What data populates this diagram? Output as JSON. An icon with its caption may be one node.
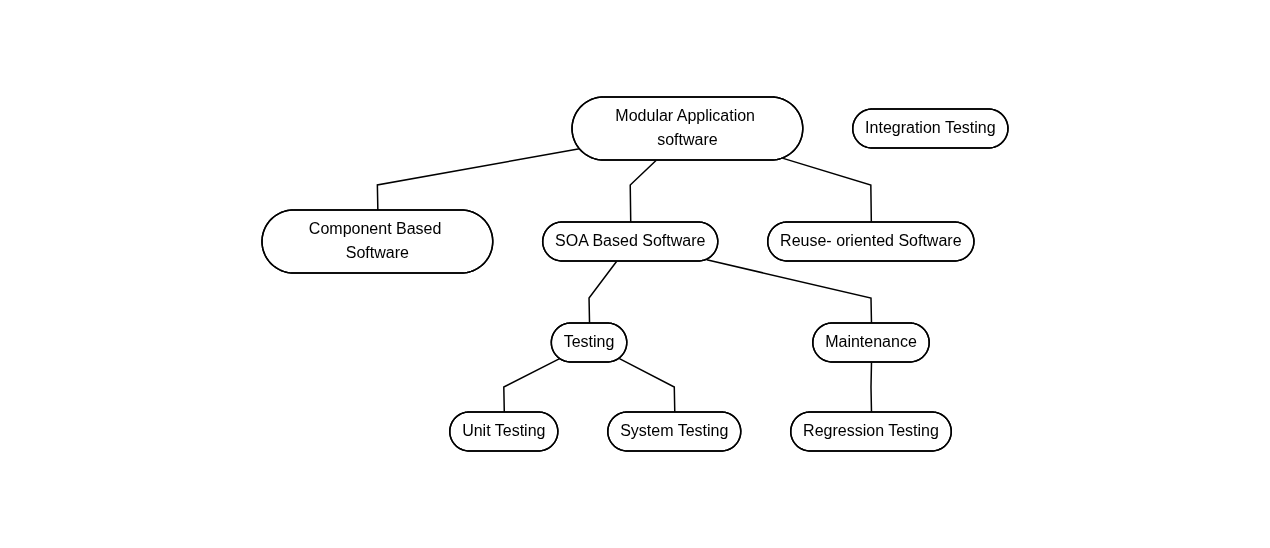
{
  "diagram": {
    "nodes": [
      {
        "text": [
          "Modular Application software"
        ]
      },
      {
        "text": [
          "Component Based Software"
        ]
      },
      {
        "text": [
          "SOA Based Software"
        ]
      },
      {
        "text": [
          "Reuse- oriented Software"
        ]
      },
      {
        "text": [
          "Testing"
        ]
      },
      {
        "text": [
          "Maintenance"
        ]
      },
      {
        "text": [
          "Unit Testing"
        ]
      },
      {
        "text": [
          "Integration Testing"
        ]
      },
      {
        "text": [
          "System Testing"
        ]
      },
      {
        "text": [
          "Regression Testing"
        ]
      }
    ],
    "edges": [
      {
        "from": 0,
        "to": 1,
        "arrow": "none"
      },
      {
        "from": 0,
        "to": 2,
        "arrow": "none"
      },
      {
        "from": 0,
        "to": 3,
        "arrow": "none"
      },
      {
        "from": 2,
        "to": 4,
        "arrow": "none"
      },
      {
        "from": 2,
        "to": 5,
        "arrow": "none"
      },
      {
        "from": 4,
        "to": 6,
        "arrow": "none"
      },
      {
        "from": 4,
        "to": 8,
        "arrow": "none"
      },
      {
        "from": 5,
        "to": 9,
        "arrow": "none"
      }
    ]
  }
}
